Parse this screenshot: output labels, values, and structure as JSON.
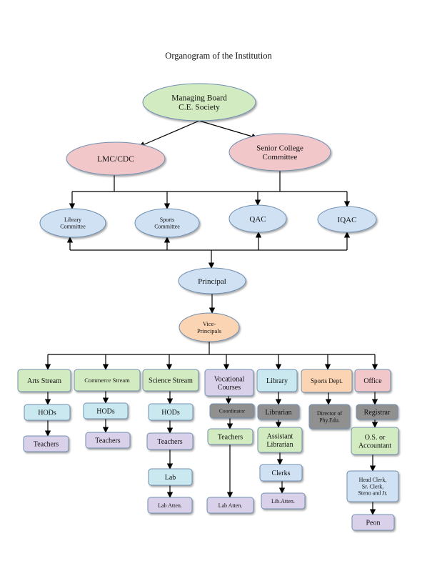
{
  "title": "Organogram of the Institution",
  "colors": {
    "green": "#d3ebc0",
    "red": "#f2c7ca",
    "blue": "#cfe1f3",
    "orange": "#fbd4b4",
    "purple": "#d9d1ea",
    "teal": "#c9e8ef",
    "gray": "#909090",
    "stroke": "#6f8fb0"
  },
  "nodes": {
    "board": {
      "lines": [
        "Managing Board",
        "C.E. Society"
      ]
    },
    "lmc": {
      "lines": [
        "LMC/CDC"
      ]
    },
    "senior": {
      "lines": [
        "Senior College",
        "Committee"
      ]
    },
    "library_committee": {
      "lines": [
        "Library",
        "Committee"
      ]
    },
    "sports_committee": {
      "lines": [
        "Sports",
        "Committee"
      ]
    },
    "qac": {
      "lines": [
        "QAC"
      ]
    },
    "iqac": {
      "lines": [
        "IQAC"
      ]
    },
    "principal": {
      "lines": [
        "Principal"
      ]
    },
    "vice": {
      "lines": [
        "Vice-",
        "Principals"
      ]
    },
    "arts": {
      "lines": [
        "Arts Stream"
      ]
    },
    "commerce": {
      "lines": [
        "Commerce Stream"
      ]
    },
    "science": {
      "lines": [
        "Science Stream"
      ]
    },
    "vocational": {
      "lines": [
        "Vocational",
        "Courses"
      ]
    },
    "library": {
      "lines": [
        "Library"
      ]
    },
    "sports_dept": {
      "lines": [
        "Sports Dept."
      ]
    },
    "office": {
      "lines": [
        "Office"
      ]
    },
    "arts_hods": {
      "lines": [
        "HODs"
      ]
    },
    "arts_teachers": {
      "lines": [
        "Teachers"
      ]
    },
    "com_hods": {
      "lines": [
        "HODs"
      ]
    },
    "com_teachers": {
      "lines": [
        "Teachers"
      ]
    },
    "sci_hods": {
      "lines": [
        "HODs"
      ]
    },
    "sci_teachers": {
      "lines": [
        "Teachers"
      ]
    },
    "sci_lab": {
      "lines": [
        "Lab"
      ]
    },
    "sci_lab_atten": {
      "lines": [
        "Lab Atten."
      ]
    },
    "voc_coord": {
      "lines": [
        "Coordinator"
      ]
    },
    "voc_teachers": {
      "lines": [
        "Teachers"
      ]
    },
    "voc_lab_atten": {
      "lines": [
        "Lab Atten."
      ]
    },
    "librarian": {
      "lines": [
        "Librarian"
      ]
    },
    "asst_librarian": {
      "lines": [
        "Assistant",
        "Librarian"
      ]
    },
    "clerks": {
      "lines": [
        "Clerks"
      ]
    },
    "lib_atten": {
      "lines": [
        "Lib.Atten."
      ]
    },
    "director_phy": {
      "lines": [
        "Director of",
        "Phy.Edu."
      ]
    },
    "registrar": {
      "lines": [
        "Registrar"
      ]
    },
    "os_accountant": {
      "lines": [
        "O.S. or",
        "Accountant"
      ]
    },
    "head_clerk": {
      "lines": [
        "Head Clerk,",
        "Sr. Clerk,",
        "Steno and Jr."
      ]
    },
    "peon": {
      "lines": [
        "Peon"
      ]
    }
  }
}
